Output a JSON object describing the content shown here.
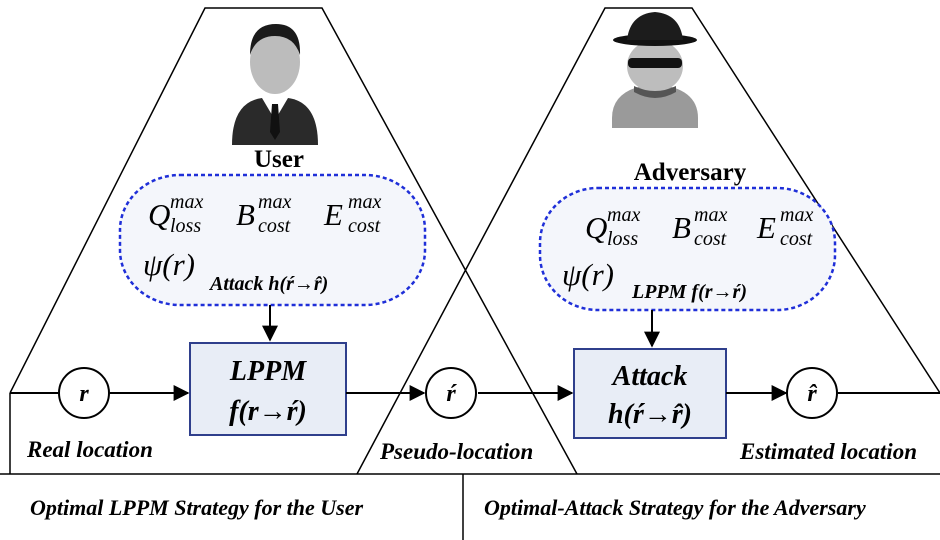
{
  "user": {
    "title": "User",
    "params": {
      "Q": "Q",
      "loss": "loss",
      "B": "B",
      "E": "E",
      "cost": "cost",
      "max": "max"
    },
    "psi": "ψ(r)",
    "attack_label": "Attack h(ŕ→r̂)",
    "lppm_title": "LPPM",
    "lppm_func": "f(r→ŕ)"
  },
  "adversary": {
    "title": "Adversary",
    "params": {
      "Q": "Q",
      "loss": "loss",
      "B": "B",
      "E": "E",
      "cost": "cost",
      "max": "max"
    },
    "psi": "ψ(r)",
    "lppm_label": "LPPM f(r→ŕ)",
    "attack_title": "Attack",
    "attack_func": "h(ŕ→r̂)"
  },
  "nodes": {
    "real": "r",
    "pseudo": "ŕ",
    "estimated": "r̂"
  },
  "labels": {
    "real_location": "Real location",
    "pseudo_location": "Pseudo-location",
    "estimated_location": "Estimated location"
  },
  "strategies": {
    "user": "Optimal LPPM Strategy for the User",
    "adversary": "Optimal-Attack Strategy for the Adversary"
  },
  "colors": {
    "box_fill": "#e8edf6",
    "box_stroke": "#2f3f8c",
    "cloud_stroke": "#1f2fd8",
    "cloud_fill": "#f4f6fb"
  }
}
